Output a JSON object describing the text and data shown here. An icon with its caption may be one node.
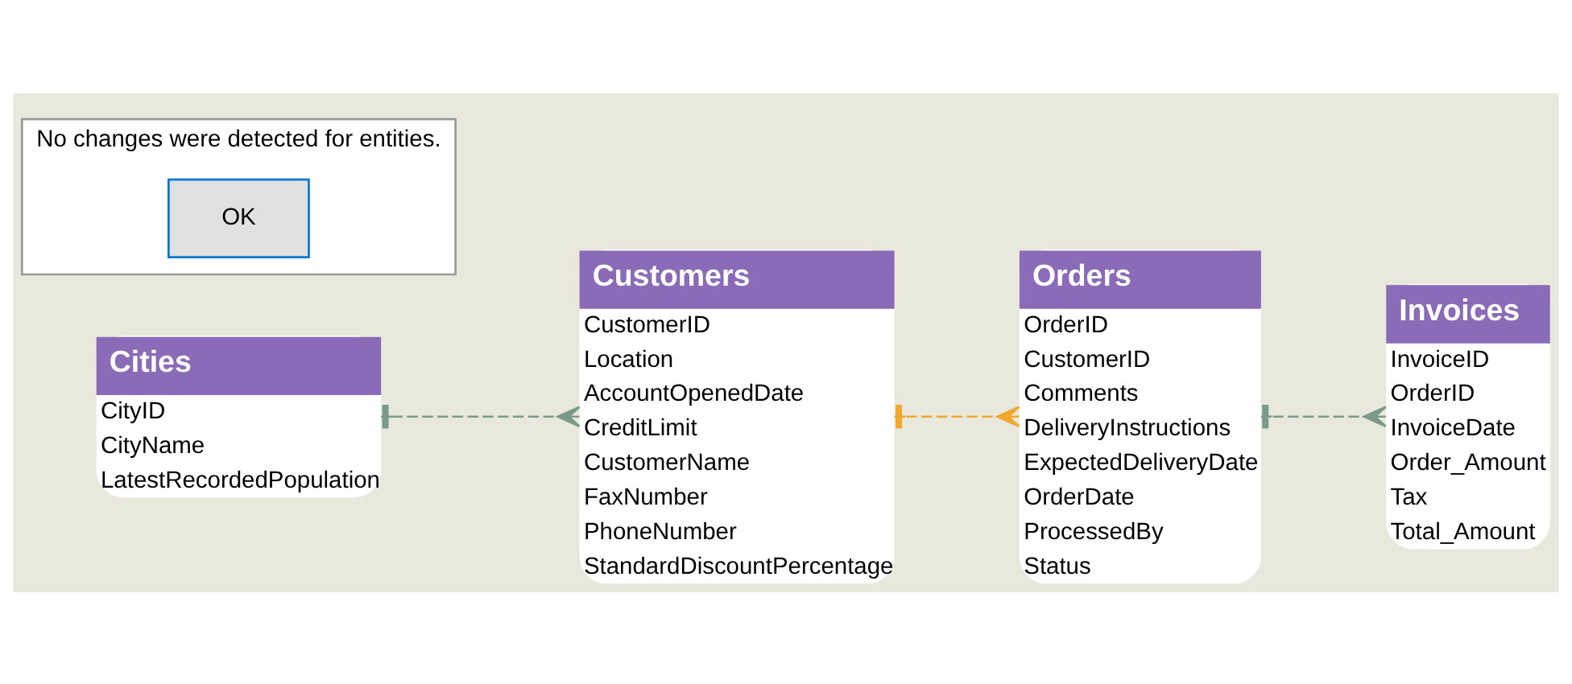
{
  "diagram": {
    "nodes": [
      {
        "text": [
          "Cities",
          "CityID",
          "CityName",
          "LatestRecordedPopulation"
        ]
      },
      {
        "text": [
          "Orders",
          "OrderID",
          "CustomerID",
          "Comments",
          "DeliveryInstructions",
          "ExpectedDeliveryDate",
          "OrderDate",
          "ProcessedBy",
          "Status"
        ]
      },
      {
        "text": [
          "Customers",
          "CustomerID",
          "Location",
          "AccountOpenedDate",
          "CreditLimit",
          "CustomerName",
          "FaxNumber",
          "PhoneNumber",
          "StandardDiscountPercentage"
        ]
      },
      {
        "text": [
          "Invoices",
          "InvoiceID",
          "OrderID",
          "InvoiceDate",
          "Order_Amount",
          "Tax",
          "Total_Amount"
        ]
      },
      {
        "text": [
          "No changes were detected for entities."
        ]
      },
      {
        "text": [
          "OK"
        ],
        "in": 4
      }
    ],
    "edges": [
      {
        "from": 0,
        "to": 2,
        "arrow": "other",
        "style": "dashed"
      },
      {
        "from": 2,
        "to": 1,
        "arrow": "other",
        "style": "dashed",
        "color": "#f0a830"
      },
      {
        "from": 1,
        "to": 3,
        "arrow": "other",
        "style": "dashed"
      }
    ]
  }
}
